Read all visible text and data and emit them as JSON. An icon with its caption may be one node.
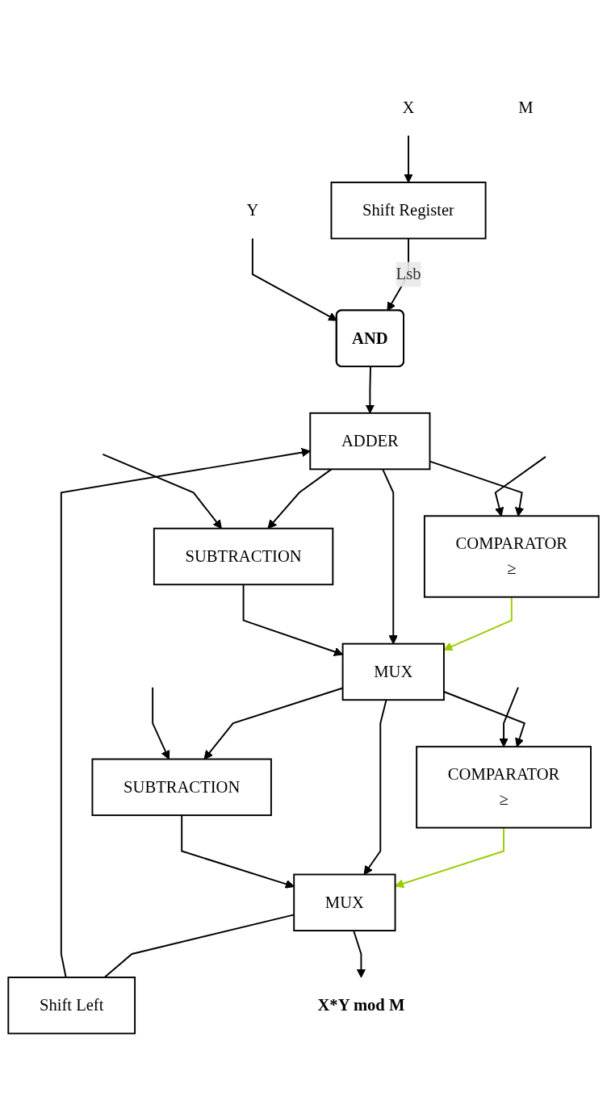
{
  "diagram": {
    "nodes": [
      {
        "text": [
          "X"
        ]
      },
      {
        "text": [
          "Y"
        ]
      },
      {
        "text": [
          "M"
        ]
      },
      {
        "text": [
          "Shift Register"
        ]
      },
      {
        "text": [
          "AND"
        ]
      },
      {
        "text": [
          "ADDER"
        ]
      },
      {
        "text": [
          "COMPARATOR",
          "≥"
        ]
      },
      {
        "text": [
          "SUBTRACTION"
        ]
      },
      {
        "text": [
          "MUX"
        ]
      },
      {
        "text": [
          "COMPARATOR",
          "≥"
        ]
      },
      {
        "text": [
          "SUBTRACTION"
        ]
      },
      {
        "text": [
          "MUX"
        ]
      },
      {
        "text": [
          "Shift Left"
        ]
      },
      {
        "text": [
          "X*Y mod M"
        ]
      }
    ],
    "edges": [
      {
        "from": 0,
        "to": 3,
        "arrow": "to"
      },
      {
        "from": 3,
        "to": 4,
        "arrow": "to",
        "label": "Lsb"
      },
      {
        "from": 1,
        "to": 4,
        "arrow": "to"
      },
      {
        "from": 4,
        "to": 5,
        "arrow": "to"
      },
      {
        "from": 12,
        "to": 5,
        "arrow": "to"
      },
      {
        "from": 5,
        "to": 6,
        "arrow": "to"
      },
      {
        "from": null,
        "to": 6,
        "arrow": "to"
      },
      {
        "from": 5,
        "to": 7,
        "arrow": "to"
      },
      {
        "from": null,
        "to": 7,
        "arrow": "to"
      },
      {
        "from": 6,
        "to": 8,
        "arrow": "to",
        "color": "#99cc00"
      },
      {
        "from": 5,
        "to": 8,
        "arrow": "to"
      },
      {
        "from": 7,
        "to": 8,
        "arrow": "to"
      },
      {
        "from": 8,
        "to": 9,
        "arrow": "to"
      },
      {
        "from": null,
        "to": 9,
        "arrow": "to"
      },
      {
        "from": 8,
        "to": 10,
        "arrow": "to"
      },
      {
        "from": null,
        "to": 10,
        "arrow": "to"
      },
      {
        "from": 9,
        "to": 11,
        "arrow": "to",
        "color": "#99cc00"
      },
      {
        "from": 8,
        "to": 11,
        "arrow": "to"
      },
      {
        "from": 10,
        "to": 11,
        "arrow": "to"
      },
      {
        "from": 11,
        "to": 12,
        "arrow": "none"
      },
      {
        "from": 11,
        "to": 13,
        "arrow": "to"
      }
    ]
  }
}
